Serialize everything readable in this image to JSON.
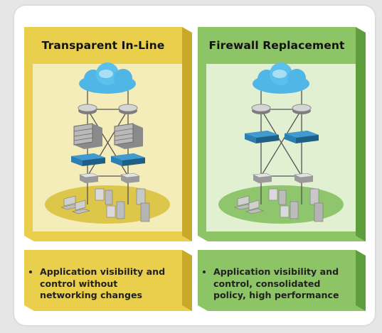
{
  "colors": {
    "yellow_header": "#e9cf4c",
    "yellow_body": "#f5edb9",
    "yellow_dark": "#c9a92a",
    "green_header": "#8dc465",
    "green_body": "#e2f0d2",
    "green_dark": "#5f9e3d",
    "cloud": "#4fb6e6",
    "firewall_blue": "#2d7fb0"
  },
  "panels": [
    {
      "title": "Transparent In-Line",
      "description": "Application visibility and control without networking changes",
      "icons": [
        "cloud-icon",
        "router-icon",
        "legacy-firewall-icon",
        "palo-alto-firewall-icon",
        "switch-icon",
        "laptop-icon",
        "workstation-icon",
        "server-icon"
      ]
    },
    {
      "title": "Firewall Replacement",
      "description": "Application visibility and control, consolidated policy, high performance",
      "icons": [
        "cloud-icon",
        "router-icon",
        "palo-alto-firewall-icon",
        "switch-icon",
        "laptop-icon",
        "workstation-icon",
        "server-icon"
      ]
    }
  ]
}
